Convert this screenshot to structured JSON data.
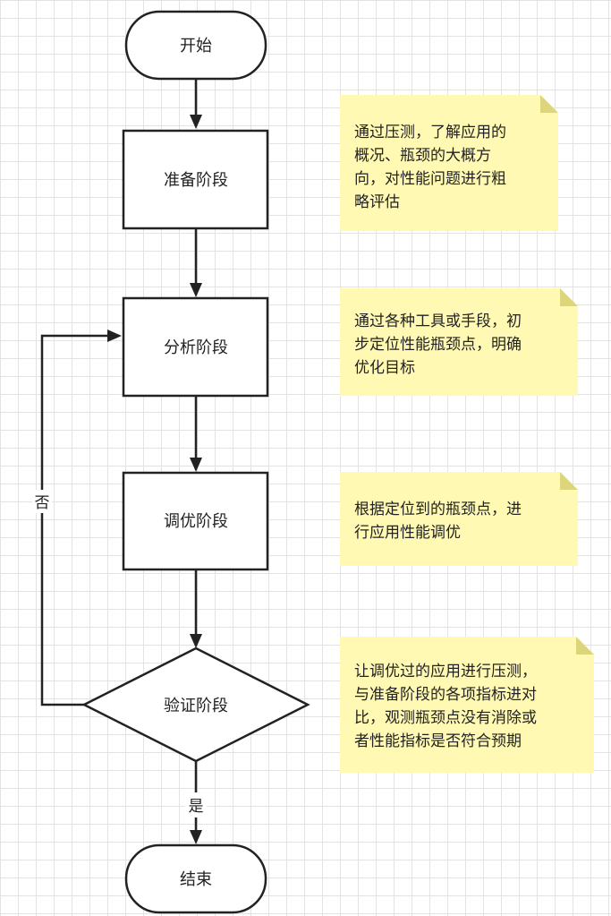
{
  "colors": {
    "line": "#222222",
    "note_fill": "#fff9b3",
    "note_fold": "#ddd57a",
    "grid": "#e3e3e3"
  },
  "nodes": {
    "start": "开始",
    "prepare": "准备阶段",
    "analyze": "分析阶段",
    "tune": "调优阶段",
    "verify": "验证阶段",
    "end": "结束"
  },
  "edges": {
    "no": "否",
    "yes": "是"
  },
  "notes": {
    "prepare": [
      "通过压测，了解应用的",
      "概况、瓶颈的大概方",
      "向，对性能问题进行粗",
      "略评估"
    ],
    "analyze": [
      "通过各种工具或手段，初",
      "步定位性能瓶颈点，明确",
      "优化目标"
    ],
    "tune": [
      "根据定位到的瓶颈点，进",
      "行应用性能调优"
    ],
    "verify": [
      "让调优过的应用进行压测，",
      "与准备阶段的各项指标进对",
      "比，观测瓶颈点没有消除或",
      "者性能指标是否符合预期"
    ]
  }
}
